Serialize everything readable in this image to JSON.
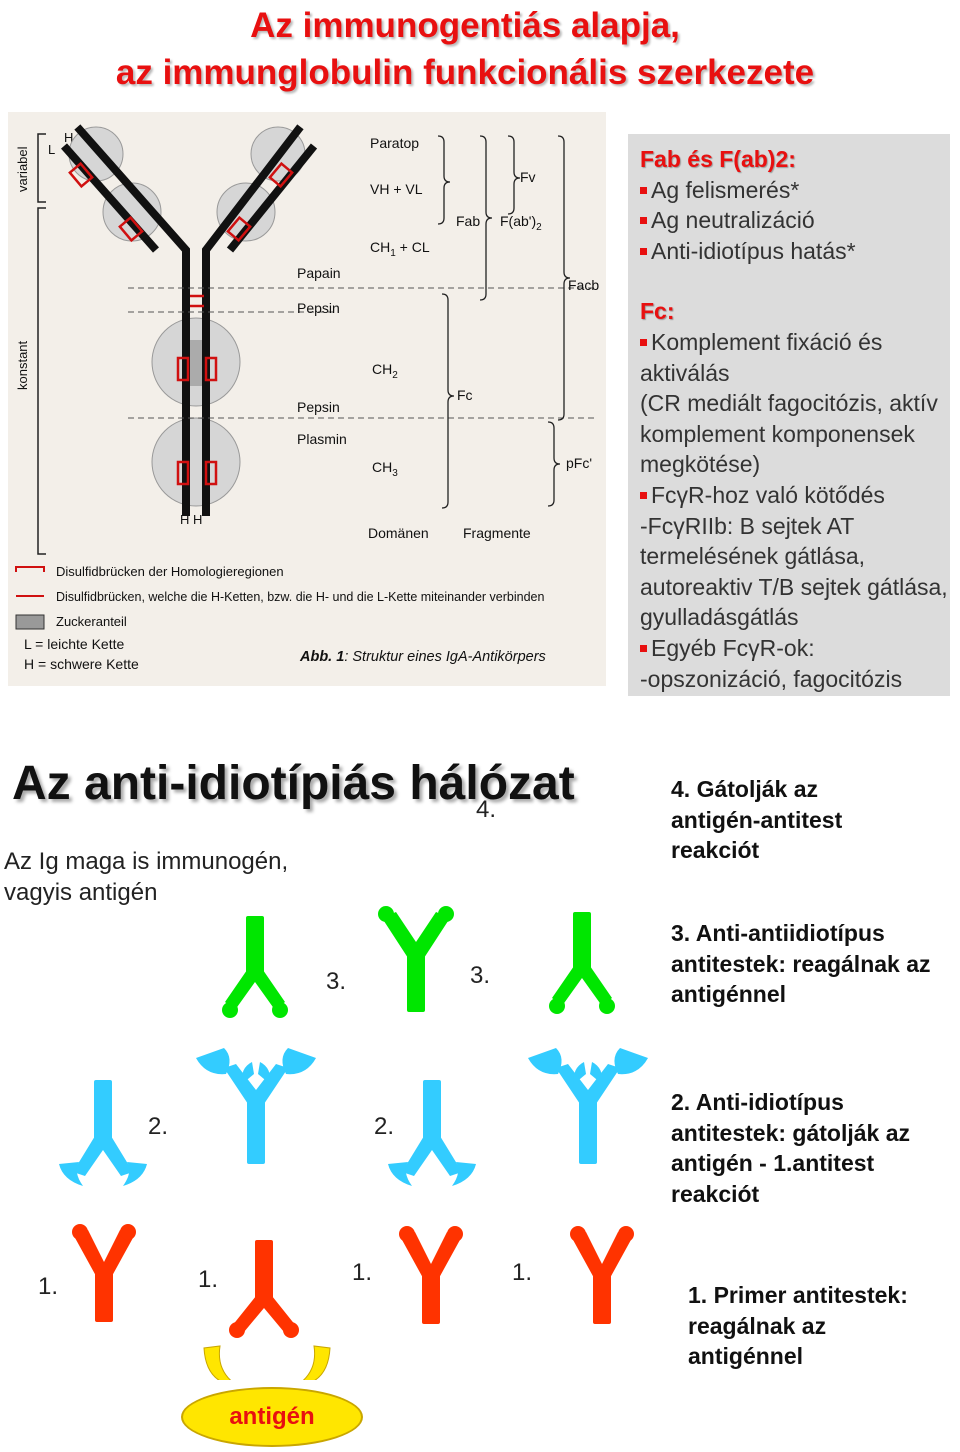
{
  "header": {
    "title_line1": "Az immunogentiás alapja,",
    "title_line2": "az immunglobulin funkcionális szerkezete"
  },
  "figure": {
    "label_variabel": "variabel",
    "label_konstant": "konstant",
    "label_L": "L",
    "label_H": "H",
    "label_H_bottom": "H  H",
    "label_paratop": "Paratop",
    "label_vh_vl": "VH + VL",
    "label_ch1_cl": "CH",
    "label_ch1_cl_sub": "1",
    "label_ch1_cl_rest": " + CL",
    "label_papain": "Papain",
    "label_pepsin1": "Pepsin",
    "label_ch2": "CH",
    "label_ch2_sub": "2",
    "label_pepsin2": "Pepsin",
    "label_plasmin": "Plasmin",
    "label_ch3": "CH",
    "label_ch3_sub": "3",
    "label_domanen": "Domänen",
    "label_fragmente": "Fragmente",
    "label_fv": "Fv",
    "label_fab": "Fab",
    "label_fab2": "F(ab')",
    "label_fab2_sub": "2",
    "label_facb": "Facb",
    "label_fc": "Fc",
    "label_pfc": "pFc'",
    "legend": [
      "Disulfidbrücken der Homologieregionen",
      "Disulfidbrücken, welche die H-Ketten, bzw. die H- und die L-Kette miteinander verbinden",
      "Zuckeranteil",
      "L = leichte Kette",
      "H = schwere Kette"
    ],
    "caption_abb": "Abb. 1",
    "caption_text": ": Struktur eines IgA-Antikörpers"
  },
  "infobox": {
    "fab_heading": "Fab és F(ab)2:",
    "fab_items": [
      "Ag felismerés*",
      "Ag neutralizáció",
      "Anti-idiotípus hatás*"
    ],
    "fc_heading": "Fc:",
    "fc_item1": "Komplement fixáció és aktiválás",
    "fc_item1_detail": "(CR mediált fagocitózis, aktív komplement komponensek megkötése)",
    "fc_item2": "FcγR-hoz való kötődés",
    "fc_item2_detail": "-FcγRIIb: B sejtek AT termelésének gátlása, autoreaktiv T/B sejtek gátlása, gyulladásgátlás",
    "fc_item3": "Egyéb FcγR-ok:",
    "fc_item3_detail": "-opszonizáció, fagocitózis"
  },
  "network": {
    "title": "Az anti-idiotípiás hálózat",
    "subtitle_line1": "Az Ig maga is immunogén,",
    "subtitle_line2": "vagyis antigén",
    "level4_label": "4.",
    "level3_labels": [
      "3.",
      "3."
    ],
    "level2_labels": [
      "2.",
      "2."
    ],
    "level1_labels": [
      "1.",
      "1.",
      "1.",
      "1."
    ],
    "antigen_label": "antigén",
    "desc4": [
      "4. Gátolják az",
      "antigén-antitest",
      "reakciót"
    ],
    "desc3": [
      "3. Anti-antiidiotípus",
      "antitestek: reagálnak az",
      "antigénnel"
    ],
    "desc2": [
      "2. Anti-idiotípus",
      "antitestek: gátolják az",
      "antigén - 1.antitest",
      "reakciót"
    ],
    "desc1": [
      "1. Primer antitestek:",
      "reagálnak az",
      "antigénnel"
    ],
    "colors": {
      "level3": "#00e600",
      "level2": "#33ccff",
      "level1": "#ff3300",
      "antigen": "#ffe600"
    }
  }
}
